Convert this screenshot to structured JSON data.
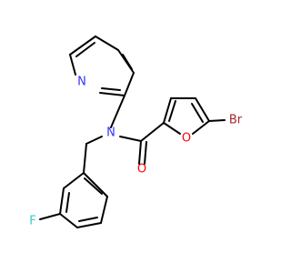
{
  "atoms": [
    {
      "id": "N1",
      "text": "N",
      "color": "#3333FF"
    },
    {
      "id": "N2",
      "text": "N",
      "color": "#3333FF"
    },
    {
      "id": "O1",
      "text": "O",
      "color": "#FF0000"
    },
    {
      "id": "O2",
      "text": "O",
      "color": "#FF0000"
    },
    {
      "id": "Br",
      "text": "Br",
      "color": "#A62929"
    },
    {
      "id": "F",
      "text": "F",
      "color": "#33CCCC"
    }
  ],
  "colors": {
    "bond": "#000000",
    "background": "#FFFFFF"
  }
}
